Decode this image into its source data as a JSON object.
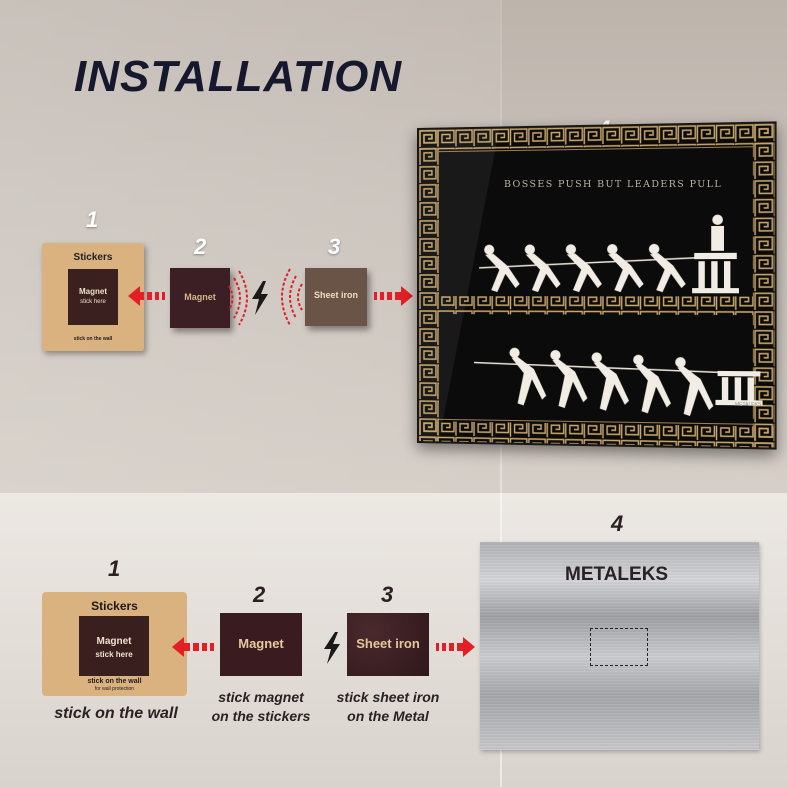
{
  "title": "INSTALLATION",
  "top": {
    "step1": "1",
    "step2": "2",
    "step3": "3",
    "step4": "4",
    "stickers_card": {
      "title": "Stickers",
      "magnet": "Magnet",
      "stick_here": "stick here",
      "footer": "stick on the wall"
    },
    "magnet_label": "Magnet",
    "sheet_iron_label": "Sheet iron",
    "artwork": {
      "quote": "BOSSES PUSH BUT LEADERS PULL",
      "signature": "METALEKS"
    }
  },
  "bottom": {
    "step1": "1",
    "step2": "2",
    "step3": "3",
    "step4": "4",
    "stickers_card": {
      "title": "Stickers",
      "magnet": "Magnet",
      "stick_here": "stick here",
      "footer1": "stick on the wall",
      "footer2": "for wall protection"
    },
    "magnet_label": "Magnet",
    "sheet_iron_label": "Sheet iron",
    "caption1": "stick on the wall",
    "caption2_line1": "stick magnet",
    "caption2_line2": "on the stickers",
    "caption3_line1": "stick sheet iron",
    "caption3_line2": "on the Metal",
    "metal_brand": "METALEKS"
  },
  "colors": {
    "title": "#16192e",
    "arrow": "#e21f26",
    "magnet": "#3c1f24",
    "sticker_card": "#d9b27f",
    "text_dark": "#2b2024"
  }
}
